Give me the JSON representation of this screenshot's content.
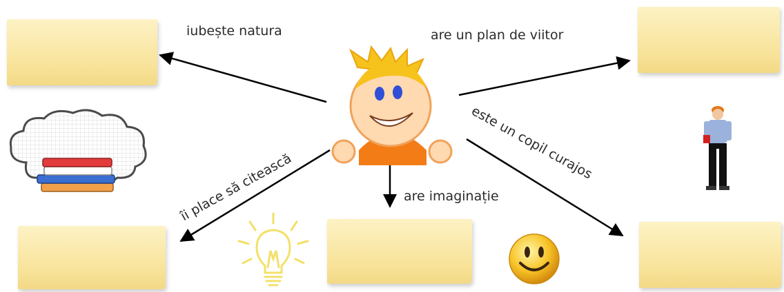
{
  "diagram": {
    "center": {
      "icon": "smiling-child-icon"
    },
    "branches": [
      {
        "id": "nature",
        "label": "iubește natura",
        "target": "sticky-note"
      },
      {
        "id": "future",
        "label": "are un plan de viitor",
        "target": "sticky-note"
      },
      {
        "id": "brave",
        "label": "este un copil curajos",
        "target": "sticky-note"
      },
      {
        "id": "imagination",
        "label": "are imaginație",
        "target": "sticky-note"
      },
      {
        "id": "reading",
        "label": "îi place să citească",
        "target": "sticky-note"
      }
    ],
    "pictures": [
      {
        "icon": "thought-cloud-with-books-icon"
      },
      {
        "icon": "worker-man-icon"
      },
      {
        "icon": "light-bulb-icon"
      },
      {
        "icon": "smiley-face-icon"
      }
    ],
    "colors": {
      "note": "#f8e39a",
      "arrow": "#000000",
      "child_skin": "#ffd9b0",
      "child_hair": "#f6c21c",
      "child_shirt": "#f47c16"
    }
  }
}
